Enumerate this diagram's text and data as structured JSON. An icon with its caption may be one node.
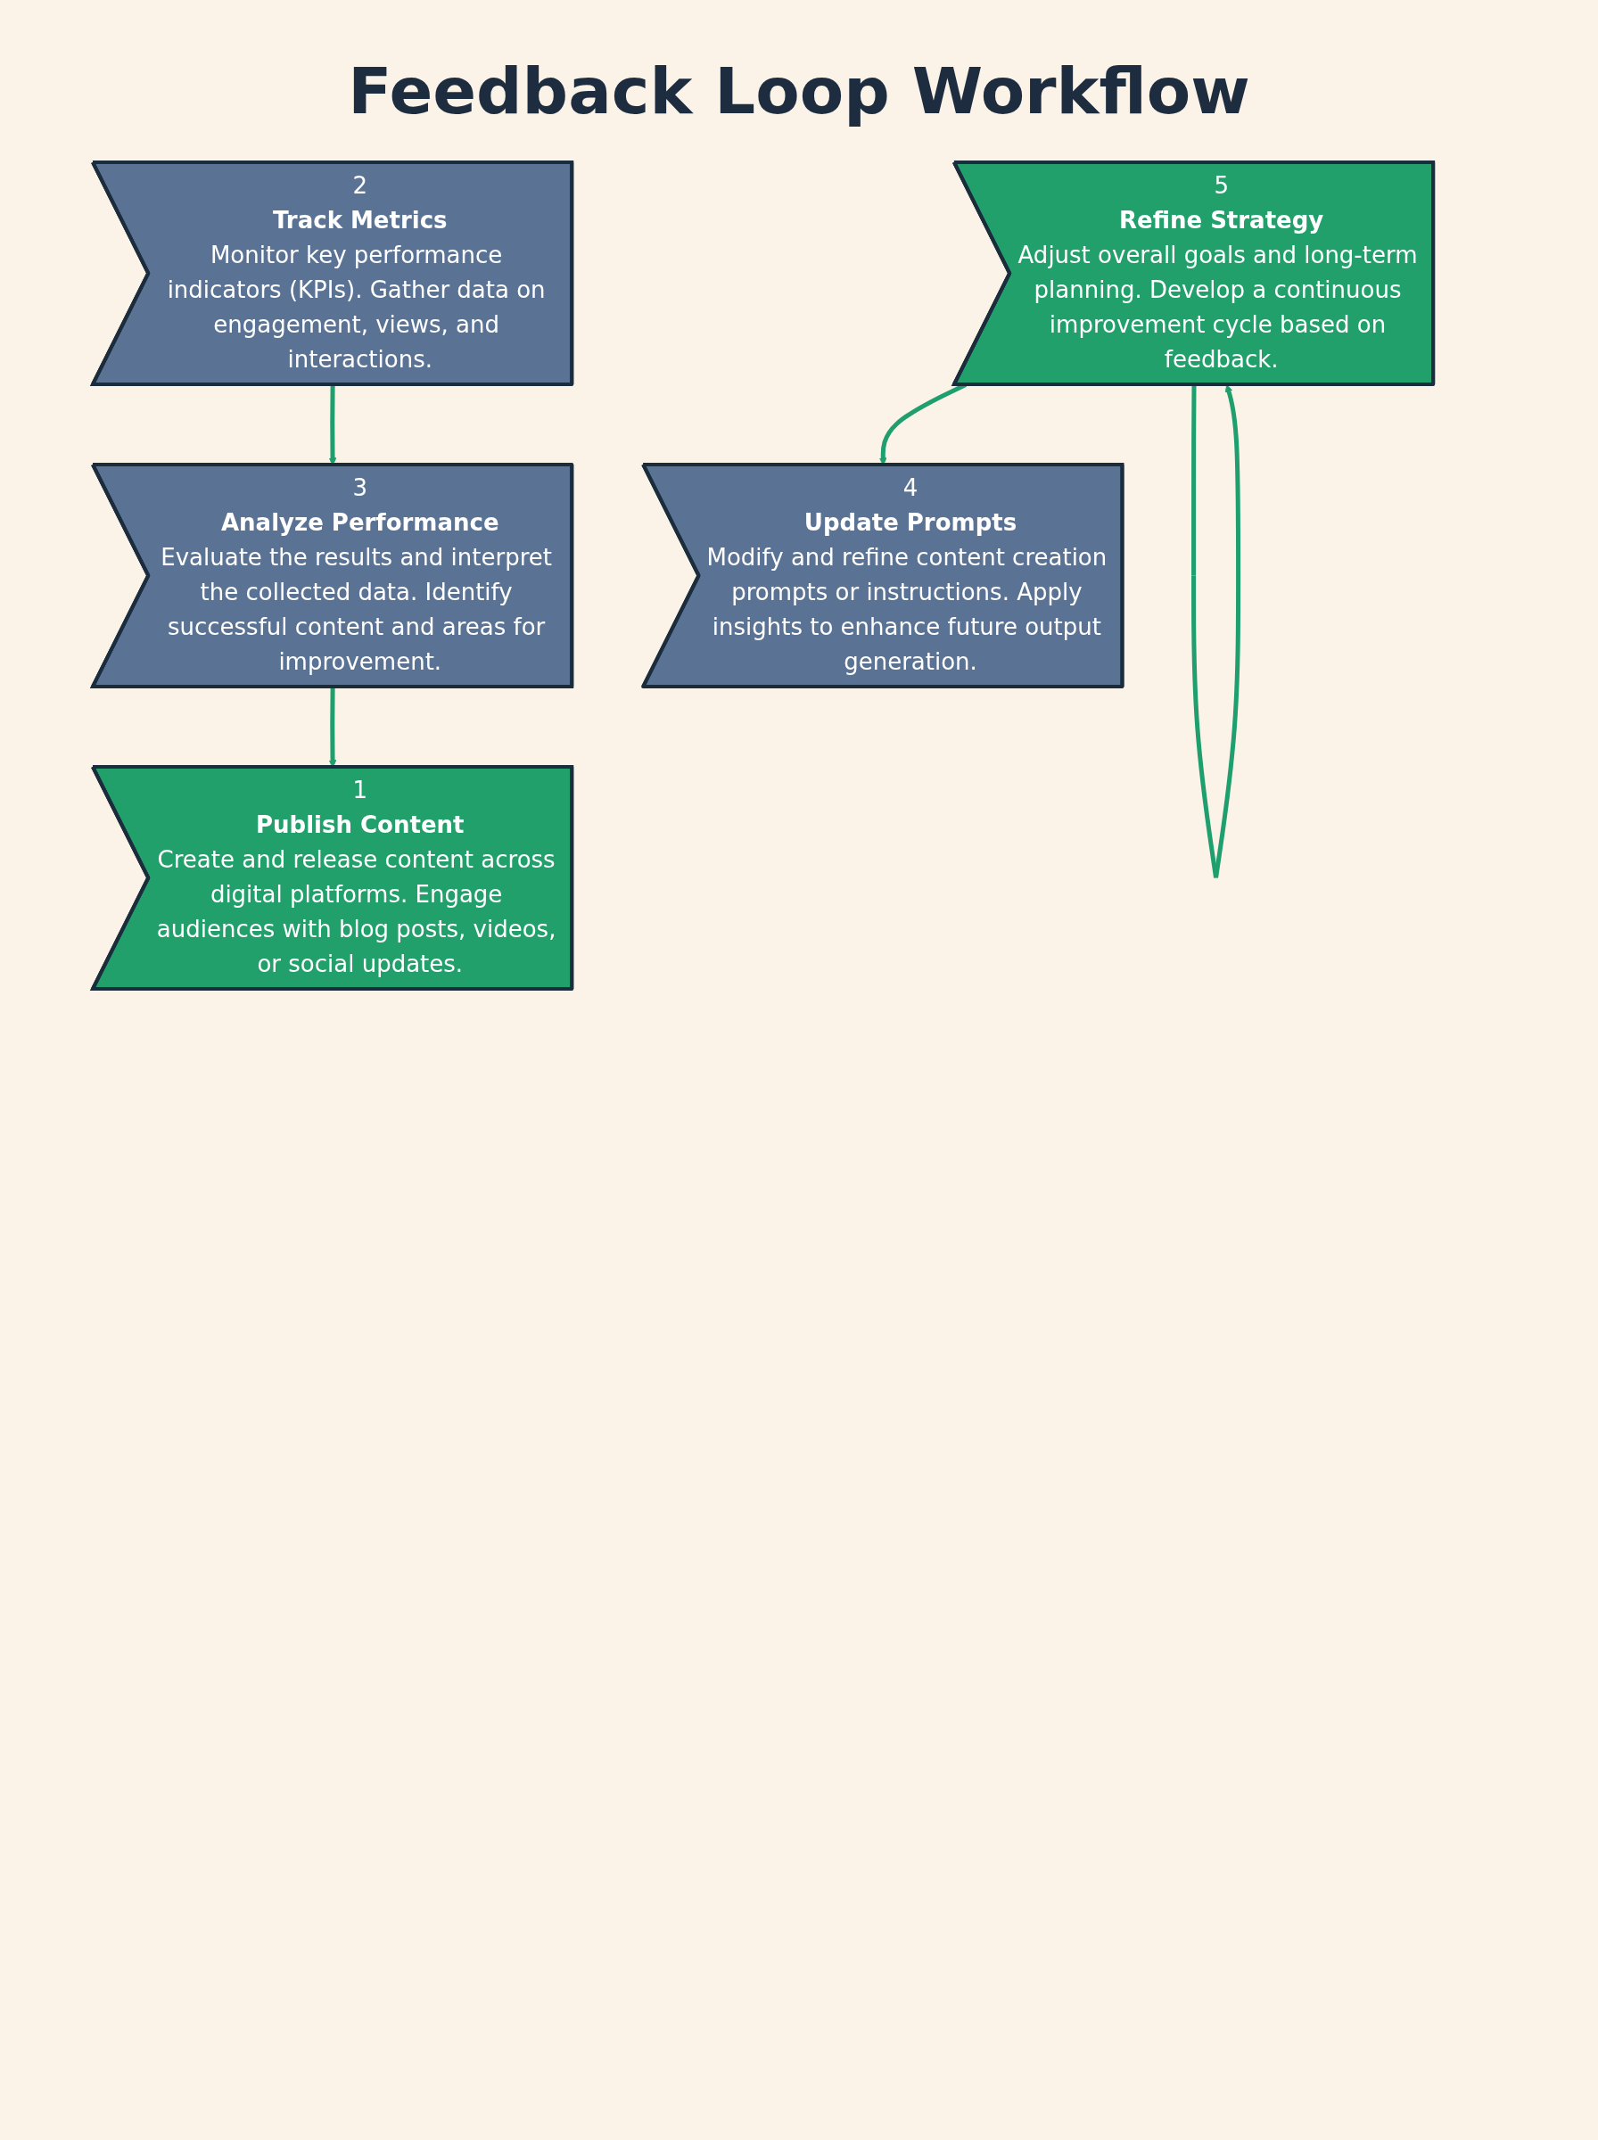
{
  "diagram": {
    "title": "Feedback Loop Workflow",
    "nodes": [
      {
        "text": [
          "1",
          "Publish Content",
          "Create and release content across digital platforms. Engage audiences with blog posts, videos, or social updates."
        ]
      },
      {
        "text": [
          "2",
          "Track Metrics",
          "Monitor key performance indicators (KPIs). Gather data on engagement, views, and interactions."
        ]
      },
      {
        "text": [
          "3",
          "Analyze Performance",
          "Evaluate the results and interpret the collected data. Identify successful content and areas for improvement."
        ]
      },
      {
        "text": [
          "4",
          "Update Prompts",
          "Modify and refine content creation prompts or instructions. Apply insights to enhance future output generation."
        ]
      },
      {
        "text": [
          "5",
          "Refine Strategy",
          "Adjust overall goals and long-term planning. Develop a continuous improvement cycle based on feedback."
        ]
      }
    ],
    "edges": [
      {
        "from": 1,
        "to": 2,
        "arrow": "to"
      },
      {
        "from": 2,
        "to": 0,
        "arrow": "to"
      },
      {
        "from": 4,
        "to": 3,
        "arrow": "to"
      },
      {
        "from": 4,
        "to": 4,
        "arrow": "to"
      }
    ]
  }
}
